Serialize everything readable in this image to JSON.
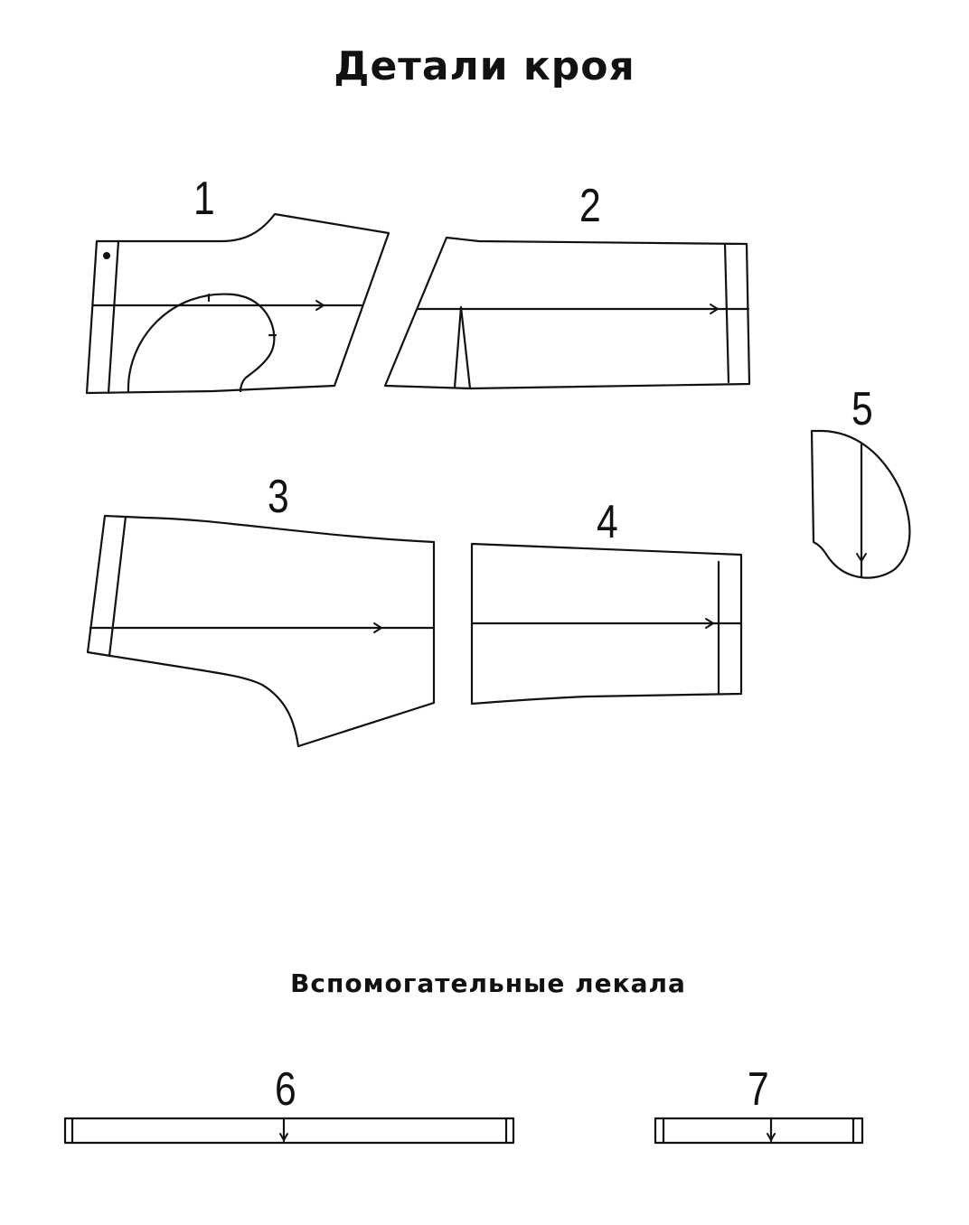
{
  "title": "Детали кроя",
  "subtitle": "Вспомогательные лекала",
  "pieces": [
    {
      "label": "1"
    },
    {
      "label": "2"
    },
    {
      "label": "3"
    },
    {
      "label": "4"
    },
    {
      "label": "5"
    },
    {
      "label": "6"
    },
    {
      "label": "7"
    }
  ],
  "colors": {
    "line": "#111111",
    "background": "#ffffff"
  }
}
